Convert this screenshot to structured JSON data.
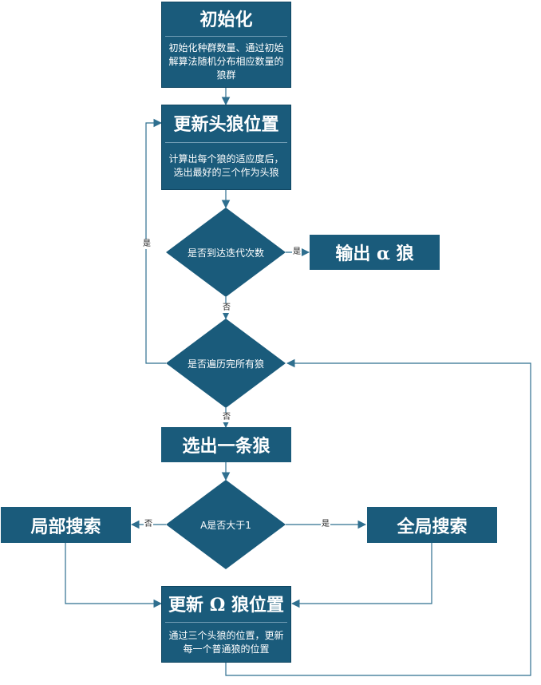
{
  "colors": {
    "node_fill": "#1a5b7b",
    "connector": "#2f6f8f"
  },
  "nodes": {
    "init": {
      "title": "初始化",
      "desc": "初始化种群数量、通过初始解算法随机分布相应数量的狼群"
    },
    "update_head": {
      "title": "更新头狼位置",
      "desc": "计算出每个狼的适应度后，选出最好的三个作为头狼"
    },
    "check_iter": {
      "text": "是否到达迭代次数"
    },
    "output": {
      "title": "输出 α 狼"
    },
    "check_all": {
      "text": "是否遍历完所有狼"
    },
    "select_wolf": {
      "title": "选出一条狼"
    },
    "check_a": {
      "text": "A是否大于1"
    },
    "local_search": {
      "title": "局部搜索"
    },
    "global_search": {
      "title": "全局搜索"
    },
    "update_omega": {
      "title": "更新 Ω 狼位置",
      "desc": "通过三个头狼的位置，更新每一个普通狼的位置"
    }
  },
  "edges": {
    "iter_yes": "是",
    "iter_no": "否",
    "all_yes": "是",
    "all_no": "否",
    "a_no": "否",
    "a_yes": "是"
  }
}
